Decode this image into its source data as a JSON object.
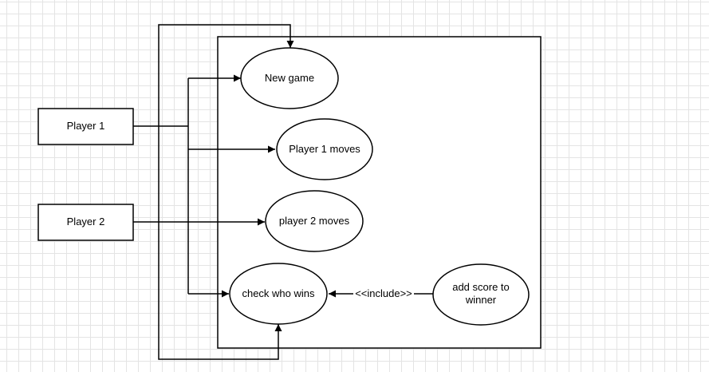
{
  "actors": [
    {
      "id": "player1",
      "label": "Player 1"
    },
    {
      "id": "player2",
      "label": "Player 2"
    }
  ],
  "use_cases": [
    {
      "id": "new_game",
      "label": "New game"
    },
    {
      "id": "p1_moves",
      "label": "Player 1 moves"
    },
    {
      "id": "p2_moves",
      "label": "player 2 moves"
    },
    {
      "id": "check_wins",
      "label": "check who wins"
    },
    {
      "id": "add_score",
      "label_lines": [
        "add score to",
        "winner"
      ]
    }
  ],
  "relationships": [
    {
      "from": "player1",
      "to": "new_game"
    },
    {
      "from": "player1",
      "to": "p1_moves"
    },
    {
      "from": "player1",
      "to": "check_wins"
    },
    {
      "from": "player2",
      "to": "p2_moves"
    },
    {
      "from": "player2",
      "to": "new_game"
    },
    {
      "from": "player2",
      "to": "check_wins"
    },
    {
      "from": "add_score",
      "to": "check_wins",
      "label": "<<include>>"
    }
  ],
  "colors": {
    "stroke": "#000000",
    "fill": "#ffffff",
    "grid": "#e4e4e4"
  }
}
